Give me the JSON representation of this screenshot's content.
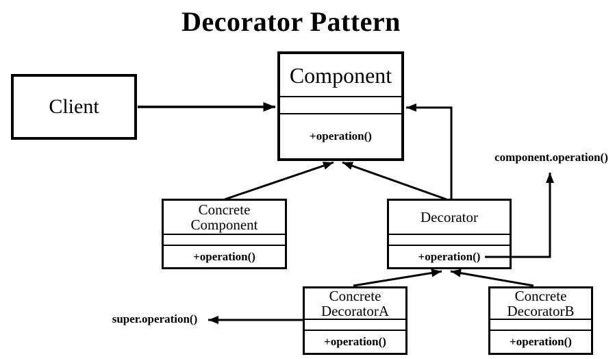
{
  "title": "Decorator Pattern",
  "classes": {
    "client": {
      "name": "Client"
    },
    "component": {
      "name": "Component",
      "method": "+operation()"
    },
    "concrete_component": {
      "name": "Concrete\nComponent",
      "method": "+operation()"
    },
    "decorator": {
      "name": "Decorator",
      "method": "+operation()"
    },
    "concrete_decorator_a": {
      "name": "Concrete\nDecoratorA",
      "method": "+operation()"
    },
    "concrete_decorator_b": {
      "name": "Concrete\nDecoratorB",
      "method": "+operation()"
    }
  },
  "annotations": {
    "component_operation": "component.operation()",
    "super_operation": "super.operation()"
  },
  "relations": [
    {
      "from": "Client",
      "to": "Component",
      "type": "association-arrow"
    },
    {
      "from": "Concrete Component",
      "to": "Component",
      "type": "inheritance-arrow"
    },
    {
      "from": "Decorator",
      "to": "Component",
      "type": "inheritance-arrow"
    },
    {
      "from": "Decorator",
      "to": "Component",
      "type": "aggregation-elbow-arrow"
    },
    {
      "from": "Concrete DecoratorA",
      "to": "Decorator",
      "type": "inheritance-arrow"
    },
    {
      "from": "Concrete DecoratorB",
      "to": "Decorator",
      "type": "inheritance-arrow"
    },
    {
      "from": "Concrete DecoratorA",
      "to": "super.operation()",
      "type": "note-arrow"
    },
    {
      "from": "Decorator +operation()",
      "to": "component.operation()",
      "type": "note-arrow"
    }
  ],
  "colors": {
    "ink": "#000000",
    "background": "#ffffff"
  }
}
